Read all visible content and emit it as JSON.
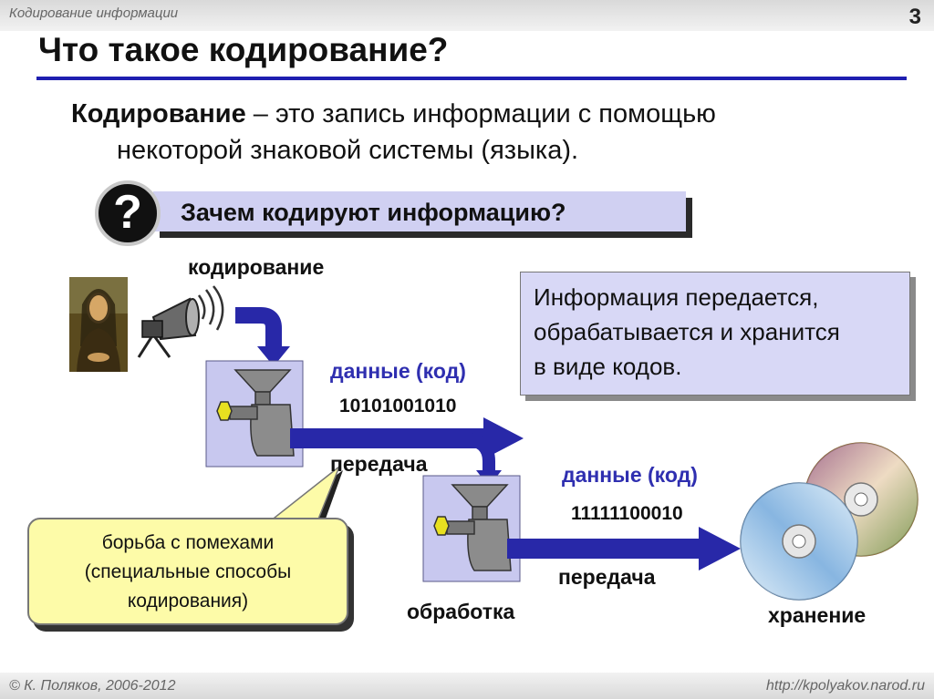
{
  "header": {
    "topic": "Кодирование информации",
    "page_number": "3"
  },
  "slide": {
    "title": "Что такое кодирование?",
    "definition": {
      "term": "Кодирование",
      "line1_rest": " – это запись информации с помощью",
      "line2": "некоторой знаковой системы (языка)."
    },
    "question": {
      "icon_char": "?",
      "text": "Зачем кодируют информацию?"
    },
    "diagram": {
      "encoding_label": "кодирование",
      "data_label_1": "данные (код)",
      "code_1": "10101001010",
      "transfer_label_1": "передача",
      "data_label_2": "данные (код)",
      "code_2": "11111100010",
      "transfer_label_2": "передача",
      "processing_label": "обработка",
      "storage_label": "хранение"
    },
    "info_box": [
      "Информация передается,",
      "обрабатывается и хранится",
      "в виде кодов."
    ],
    "note_box": [
      "борьба с помехами",
      "(специальные способы",
      "кодирования)"
    ]
  },
  "footer": {
    "author": "© К. Поляков, 2006-2012",
    "site": "http://kpolyakov.narod.ru"
  },
  "colors": {
    "accent_blue": "#2f2fb0",
    "title_rule": "#1f1fb0",
    "question_box": "#d0d0f2",
    "info_box": "#d8d8f6",
    "note_box": "#fdfba8",
    "machine_bg": "#c8c8ef"
  },
  "icons": [
    "question-icon",
    "mona-lisa-picture",
    "loudspeaker-icon",
    "encoder-machine-icon",
    "processor-machine-icon",
    "disc-icon"
  ]
}
